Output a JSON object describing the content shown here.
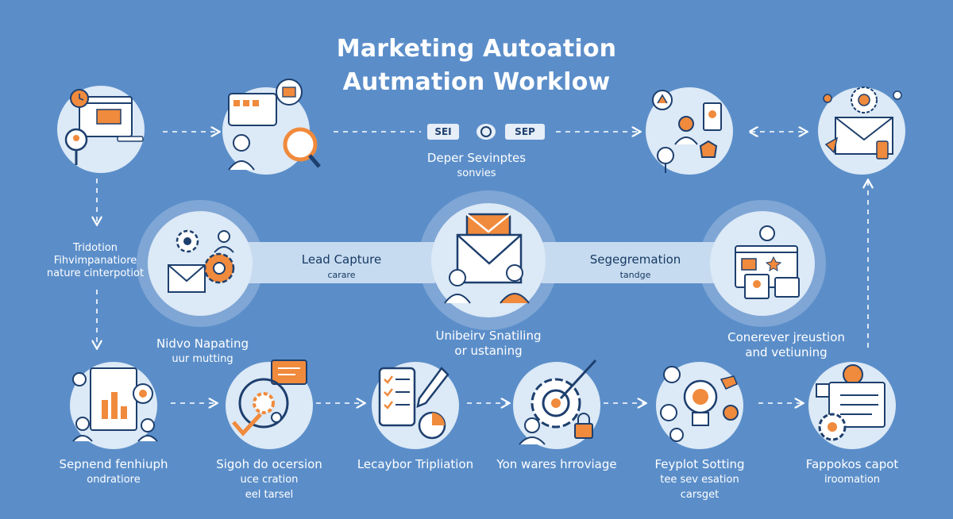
{
  "title": {
    "line1": "Marketing Autoation",
    "line2": "Autmation Worklow"
  },
  "top_center": {
    "pill_left": "SEI",
    "pill_right": "SEP",
    "label_line1": "Deper Sevinptes",
    "label_line2": "sonvies"
  },
  "left_column": {
    "label1_line1": "Tridotion",
    "label1_line2": "Fihvimpanatiore",
    "label1_line3": "nature cinterpotiot",
    "label2_line1": "Nidvo Napating",
    "label2_line2": "uur mutting"
  },
  "middle_band": {
    "lead_capture": "Lead Capture",
    "lead_capture_sub": "carare",
    "segmentation": "Segegremation",
    "segmentation_sub": "tandge",
    "center_label_line1": "Unibeirv Snatiling",
    "center_label_line2": "or ustaning",
    "right_label_line1": "Conerever jreustion",
    "right_label_line2": "and vetiuning"
  },
  "bottom_row": {
    "step1_line1": "Sepnend fenhiuph",
    "step1_line2": "ondratiore",
    "step2_line1": "Sigoh do ocersion",
    "step2_line2": "uce cration",
    "step2_line3": "eel tarsel",
    "step3": "Lecaybor Tripliation",
    "step4": "Yon wares hrroviage",
    "step5_line1": "Feyplot Sotting",
    "step5_line2": "tee sev esation",
    "step5_line3": "carsget",
    "step6_line1": "Fappokos capot",
    "step6_line2": "iroomation"
  },
  "colors": {
    "background": "#5b8ec9",
    "circle_fill": "#dce9f6",
    "band": "#c7dbf0",
    "accent_orange": "#f08a3c",
    "icon_navy": "#1d3f6e"
  }
}
